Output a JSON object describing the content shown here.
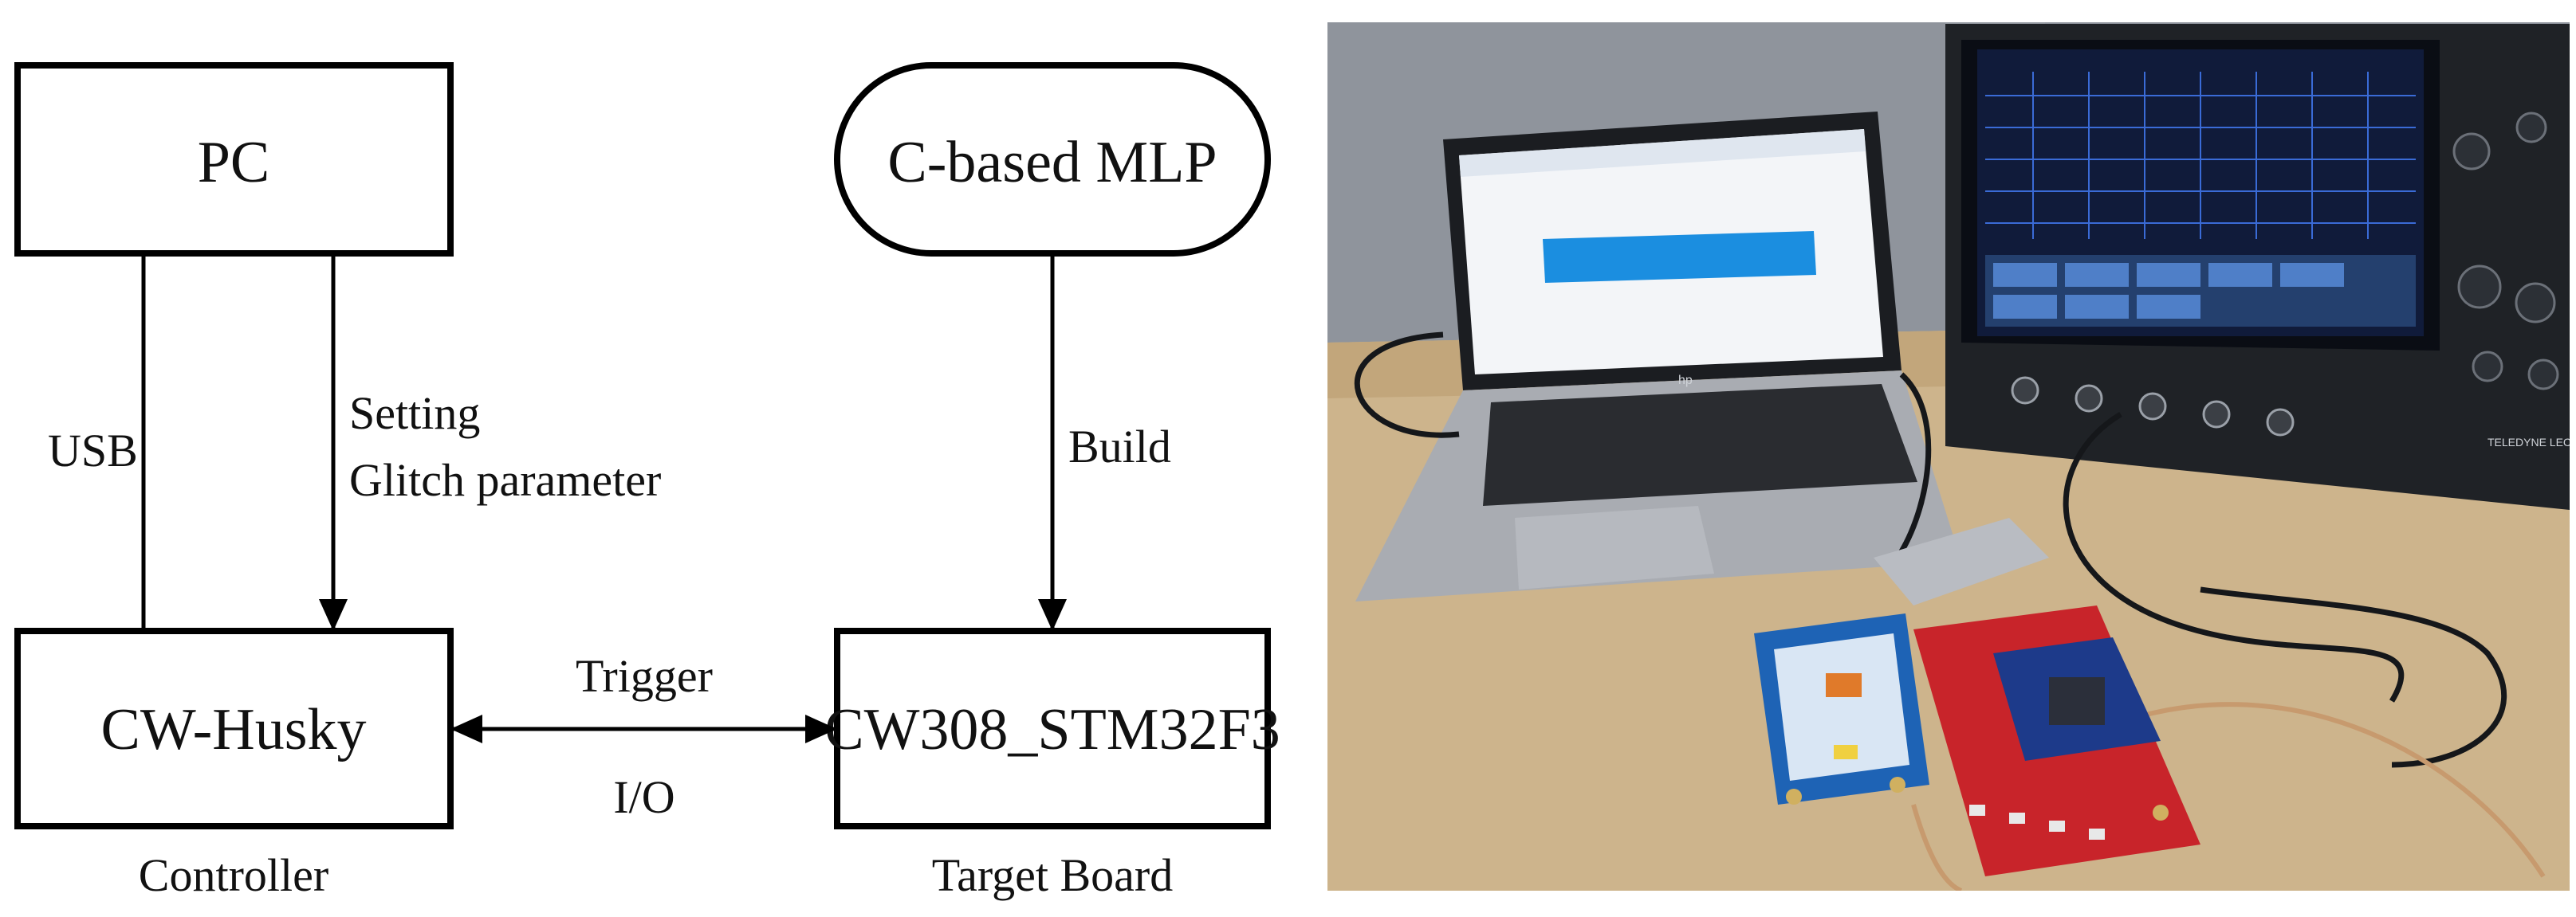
{
  "diagram": {
    "nodes": {
      "pc": "PC",
      "mlp": "C-based MLP",
      "husky": "CW-Husky",
      "target": "CW308_STM32F3"
    },
    "edges": {
      "usb": "USB",
      "setting": "Setting",
      "glitch": "Glitch parameter",
      "build": "Build",
      "trigger": "Trigger",
      "io": "I/O"
    },
    "captions": {
      "controller": "Controller",
      "target_board": "Target Board"
    }
  },
  "photo": {
    "scope_brand": "TELEDYNE LECROY",
    "laptop_brand": "hp"
  },
  "colors": {
    "board_red": "#c8242a",
    "husky_blue": "#1e63b5",
    "screen_blue": "#1b8ee0",
    "desk": "#cdb48c",
    "wall": "#8b9099"
  }
}
